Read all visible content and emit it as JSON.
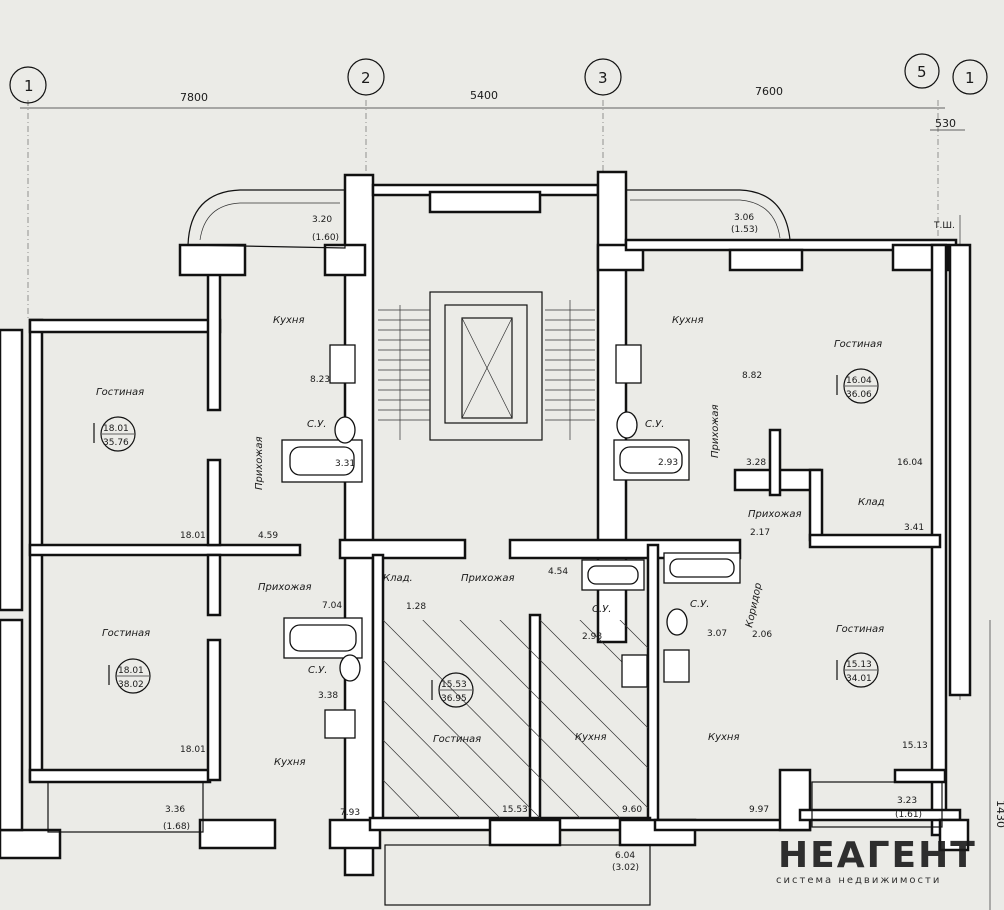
{
  "axes": {
    "a1": "1",
    "a2": "2",
    "a3": "3",
    "a5": "5",
    "a1b": "1"
  },
  "dimensions": {
    "d1": "7800",
    "d2": "5400",
    "d3": "7600",
    "d4": "530",
    "d5": "1430"
  },
  "stair_label": "Т.Ш.",
  "balconies": {
    "b1_area": "3.20",
    "b1_area2": "(1.60)",
    "b2_area": "3.06",
    "b2_area2": "(1.53)",
    "b3_area": "3.36",
    "b3_area2": "(1.68)",
    "b4_area": "6.04",
    "b4_area2": "(3.02)",
    "b5_area": "3.23",
    "b5_area2": "(1.61)"
  },
  "rooms": {
    "kitchen": "Кухня",
    "living": "Гостиная",
    "hall": "Прихожая",
    "bath": "С.У.",
    "storage": "Клад.",
    "storage2": "Клад",
    "corridor": "Коридор"
  },
  "apartments": {
    "a1_living": "18.01",
    "a1_total": "35.76",
    "a2_living": "16.04",
    "a2_total": "36.06",
    "a3_living": "18.01",
    "a3_total": "38.02",
    "a4_living": "15.53",
    "a4_total": "36.95",
    "a5_living": "15.13",
    "a5_total": "34.01"
  },
  "areas": {
    "k1": "8.23",
    "s1": "3.31",
    "l1": "18.01",
    "h1": "4.59",
    "k2": "8.82",
    "s2": "2.93",
    "l2": "16.04",
    "h2": "3.28",
    "st2": "3.41",
    "c2": "2.17",
    "h3": "7.04",
    "s3": "3.38",
    "l3": "18.01",
    "k3": "7.93",
    "st4": "1.28",
    "s4": "2.98",
    "l4": "15.53",
    "k4": "9.60",
    "h4": "4.54",
    "s5": "3.07",
    "c5": "2.06",
    "l5": "15.13",
    "k5": "9.97"
  },
  "watermark": {
    "brand": "НЕАГЕНТ",
    "tagline": "система недвижимости"
  }
}
